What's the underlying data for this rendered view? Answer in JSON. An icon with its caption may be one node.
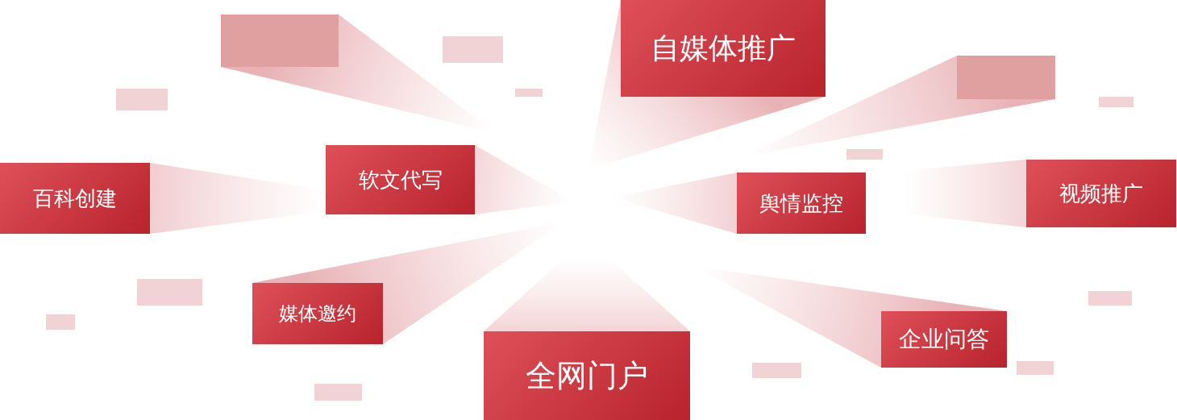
{
  "diagram": {
    "nodes": [
      {
        "text": [],
        "shape": "box"
      },
      {
        "text": [
          "自媒体推广"
        ]
      },
      {
        "text": [],
        "shape": "box"
      },
      {
        "text": [
          "百科创建"
        ]
      },
      {
        "text": [
          "软文代写"
        ]
      },
      {
        "text": [
          "舆情监控"
        ]
      },
      {
        "text": [
          "视频推广"
        ]
      },
      {
        "text": [
          "媒体邀约"
        ]
      },
      {
        "text": [
          "全网门户"
        ]
      },
      {
        "text": [
          "企业问答"
        ]
      }
    ]
  }
}
